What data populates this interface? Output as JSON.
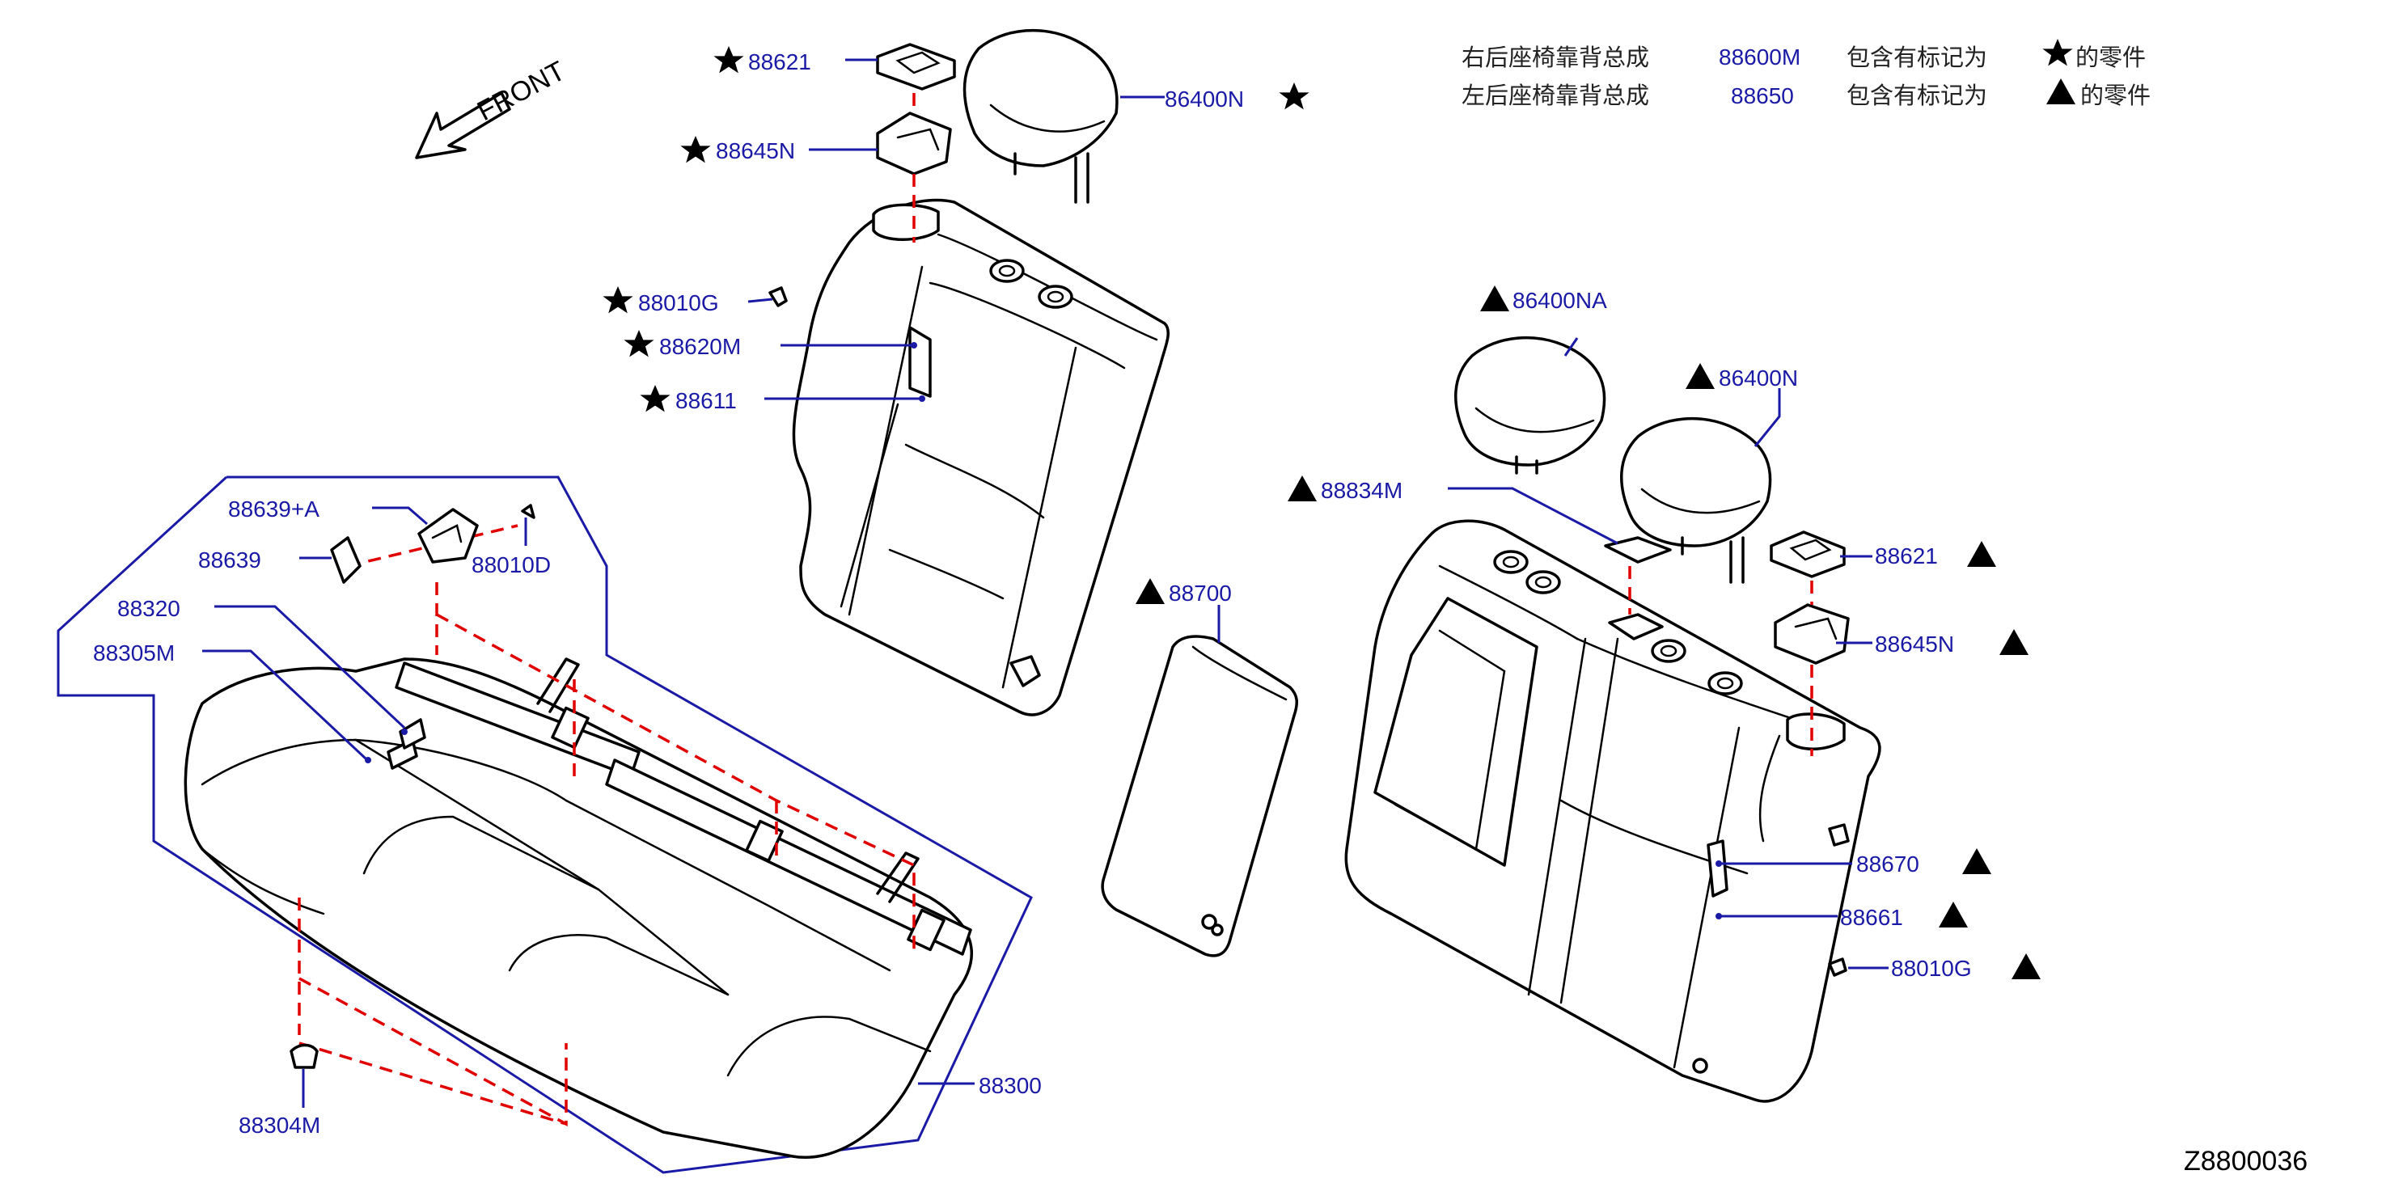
{
  "legend": {
    "row1": {
      "name": "右后座椅靠背总成",
      "part": "88600M",
      "desc": "包含有标记为",
      "suffix": "的零件",
      "mark": "star"
    },
    "row2": {
      "name": "左后座椅靠背总成",
      "part": "88650",
      "desc": "包含有标记为",
      "suffix": "的零件",
      "mark": "triangle"
    }
  },
  "front_label": "FRONT",
  "figure_ref": "Z8800036",
  "parts": {
    "p88621_top": {
      "label": "88621",
      "mark": "star"
    },
    "p86400N_top": {
      "label": "86400N",
      "mark": "star"
    },
    "p88645N_top": {
      "label": "88645N",
      "mark": "star"
    },
    "p88010G_top": {
      "label": "88010G",
      "mark": "star"
    },
    "p88620M": {
      "label": "88620M",
      "mark": "star"
    },
    "p88611": {
      "label": "88611",
      "mark": "star"
    },
    "p88639A": {
      "label": "88639+A",
      "mark": "none"
    },
    "p88639": {
      "label": "88639",
      "mark": "none"
    },
    "p88010D": {
      "label": "88010D",
      "mark": "none"
    },
    "p88320": {
      "label": "88320",
      "mark": "none"
    },
    "p88305M": {
      "label": "88305M",
      "mark": "none"
    },
    "p88304M": {
      "label": "88304M",
      "mark": "none"
    },
    "p88300": {
      "label": "88300",
      "mark": "none"
    },
    "p88700": {
      "label": "88700",
      "mark": "triangle"
    },
    "p86400NA": {
      "label": "86400NA",
      "mark": "triangle"
    },
    "p86400N_right": {
      "label": "86400N",
      "mark": "triangle"
    },
    "p88834M": {
      "label": "88834M",
      "mark": "triangle"
    },
    "p88621_right": {
      "label": "88621",
      "mark": "triangle"
    },
    "p88645N_right": {
      "label": "88645N",
      "mark": "triangle"
    },
    "p88670": {
      "label": "88670",
      "mark": "triangle"
    },
    "p88661": {
      "label": "88661",
      "mark": "triangle"
    },
    "p88010G_right": {
      "label": "88010G",
      "mark": "triangle"
    }
  }
}
